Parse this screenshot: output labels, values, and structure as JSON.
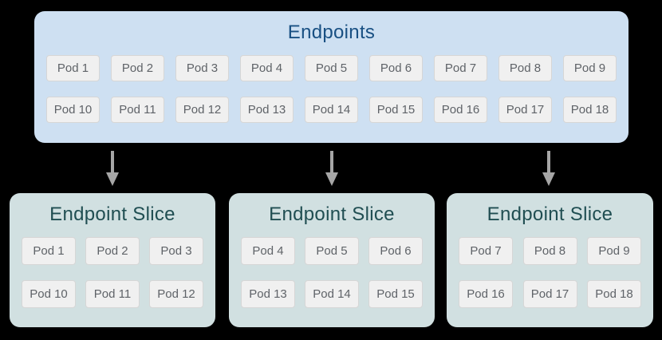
{
  "colors": {
    "canvas_bg": "#000000",
    "endpoints_box_bg": "#cee0f2",
    "endpoints_title": "#195083",
    "slice_box_bg": "#d1e0e1",
    "slice_title": "#204e52",
    "pod_bg": "#f0f0f0",
    "pod_border": "#d6d6d6",
    "pod_text": "#5f6368",
    "arrow": "#a6a6a6"
  },
  "endpoints": {
    "title": "Endpoints",
    "pods": [
      "Pod 1",
      "Pod 2",
      "Pod 3",
      "Pod 4",
      "Pod 5",
      "Pod 6",
      "Pod 7",
      "Pod 8",
      "Pod 9",
      "Pod 10",
      "Pod 11",
      "Pod 12",
      "Pod 13",
      "Pod 14",
      "Pod 15",
      "Pod 16",
      "Pod 17",
      "Pod 18"
    ]
  },
  "slices": [
    {
      "title": "Endpoint Slice",
      "pods": [
        "Pod 1",
        "Pod 2",
        "Pod 3",
        "Pod 10",
        "Pod 11",
        "Pod 12"
      ]
    },
    {
      "title": "Endpoint Slice",
      "pods": [
        "Pod 4",
        "Pod 5",
        "Pod 6",
        "Pod 13",
        "Pod 14",
        "Pod 15"
      ]
    },
    {
      "title": "Endpoint Slice",
      "pods": [
        "Pod 7",
        "Pod 8",
        "Pod 9",
        "Pod 16",
        "Pod 17",
        "Pod 18"
      ]
    }
  ]
}
